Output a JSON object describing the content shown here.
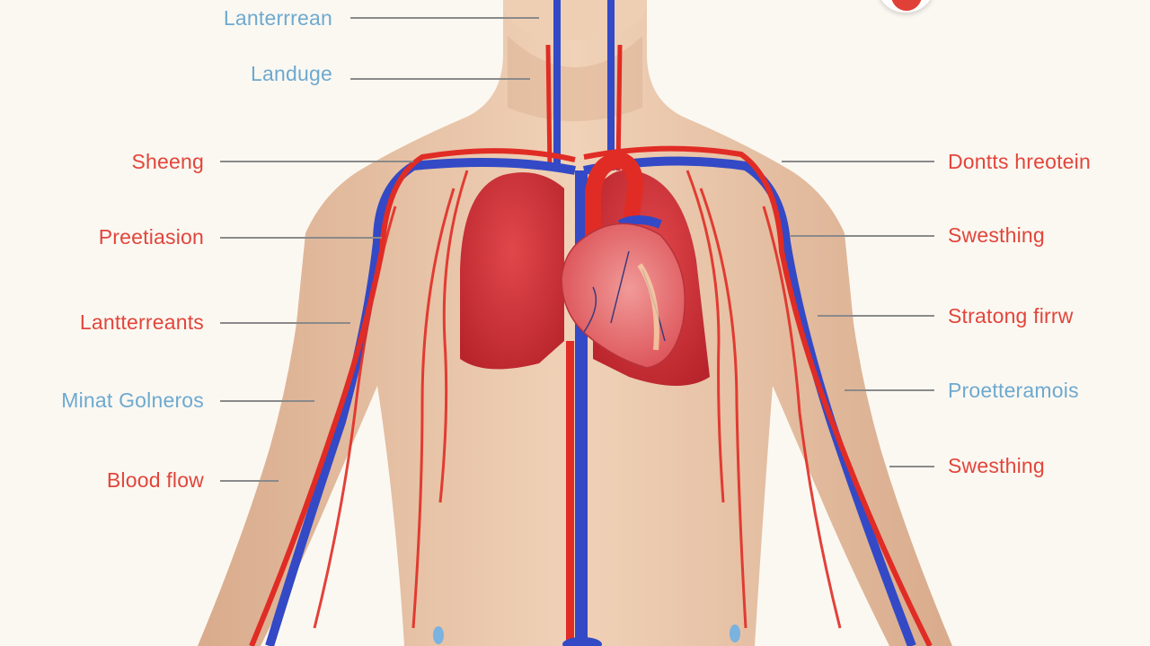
{
  "labels_left": [
    {
      "text": "Lanterrrean",
      "color": "#6ea9cf"
    },
    {
      "text": "Landuge",
      "color": "#6ea9cf"
    },
    {
      "text": "Sheeng",
      "color": "#e2453a"
    },
    {
      "text": "Preetiasion",
      "color": "#e2453a"
    },
    {
      "text": "Lantterreants",
      "color": "#e2453a"
    },
    {
      "text": "Minat Golneros",
      "color": "#6ea9cf"
    },
    {
      "text": "Blood flow",
      "color": "#e2453a"
    }
  ],
  "labels_right": [
    {
      "text": "Dontts hreotein",
      "color": "#e2453a"
    },
    {
      "text": "Swesthing",
      "color": "#e2453a"
    },
    {
      "text": "Stratong firrw",
      "color": "#e2453a"
    },
    {
      "text": "Proetteramois",
      "color": "#6ea9cf"
    },
    {
      "text": "Swesthing",
      "color": "#e2453a"
    }
  ],
  "colors": {
    "background": "#fbf8f2",
    "skin": "#e8c4a6",
    "artery": "#e02c25",
    "vein": "#3349c6",
    "lung": "#d8353a",
    "heart": "#e56a6e",
    "leader_line": "#8a8a8a"
  },
  "icons": {
    "badge": "red-dot-badge-icon"
  }
}
